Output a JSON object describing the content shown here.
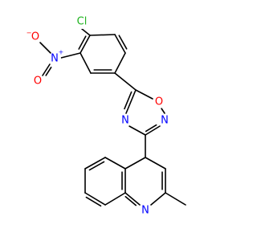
{
  "molecule": {
    "atom_labels": {
      "cl": "Cl",
      "n_nitro": "N",
      "o_nitro_top": "O",
      "o_nitro_left": "O",
      "o_ring": "O",
      "n_ring_left": "N",
      "n_ring_right": "N",
      "n_quinoline": "N"
    },
    "charges": {
      "n_nitro": "+",
      "o_nitro_top": "−"
    },
    "colors": {
      "bond": "#000000",
      "carbon_text": "#000000",
      "nitrogen": "#0000ff",
      "oxygen": "#ff0000",
      "chlorine": "#1fb31f"
    }
  }
}
